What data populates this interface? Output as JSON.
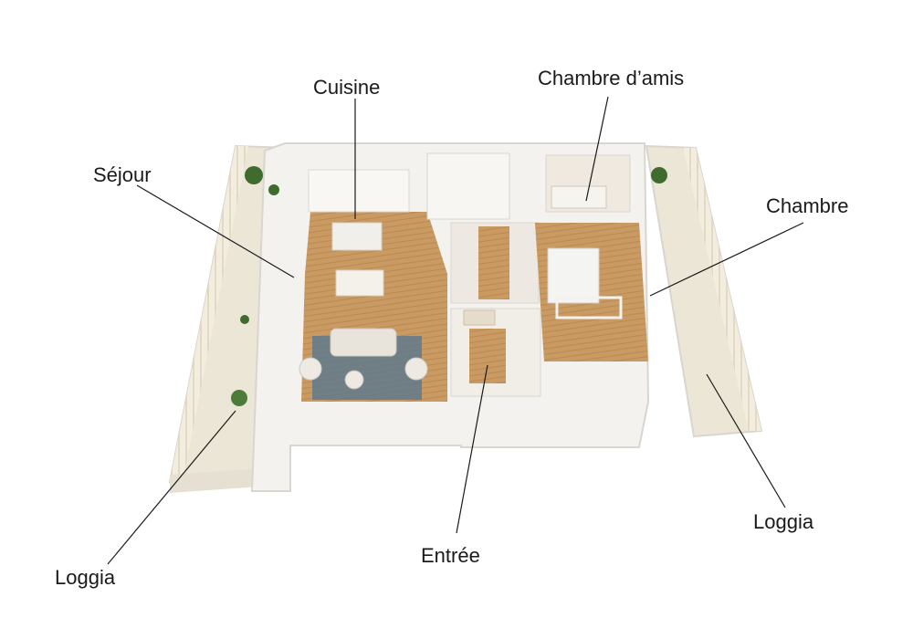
{
  "labels": {
    "cuisine": "Cuisine",
    "chambre_amis": "Chambre d’amis",
    "sejour": "Séjour",
    "chambre": "Chambre",
    "loggia_right": "Loggia",
    "entree": "Entrée",
    "loggia_left": "Loggia"
  },
  "colors": {
    "wall": "#f4f2ee",
    "wall_shadow": "#d9d5cf",
    "floor": "#c99a62",
    "rug": "#5f7a8c",
    "terrace": "#ece6d6",
    "plant": "#3f6b2e",
    "leader_line": "#1a1a1a"
  }
}
